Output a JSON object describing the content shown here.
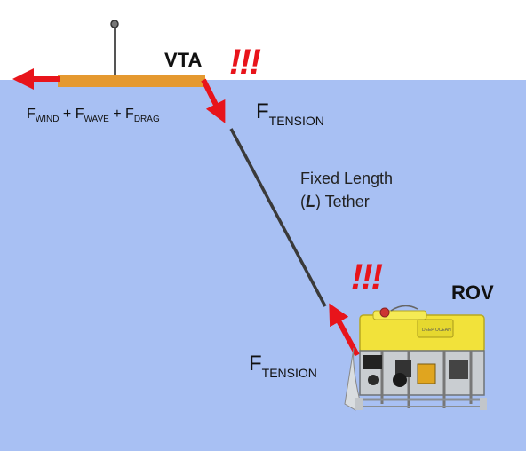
{
  "vta_label": "VTA",
  "rov_label": "ROV",
  "alert": "!!!",
  "force_sum": {
    "f1": "F",
    "s1": "WIND",
    "plus1": " + ",
    "f2": "F",
    "s2": "WAVE",
    "plus2": " + ",
    "f3": "F",
    "s3": "DRAG"
  },
  "tension_top": {
    "f": "F",
    "sub": "TENSION"
  },
  "tension_bottom": {
    "f": "F",
    "sub": "TENSION"
  },
  "tether": {
    "line1": "Fixed Length",
    "open": "(",
    "var": "L",
    "close": ") Tether"
  },
  "colors": {
    "water": "#a8c0f3",
    "float": "#e5992f",
    "arrow": "#e8141b",
    "tether": "#3a3a3a",
    "rov_body": "#f2e23a"
  }
}
